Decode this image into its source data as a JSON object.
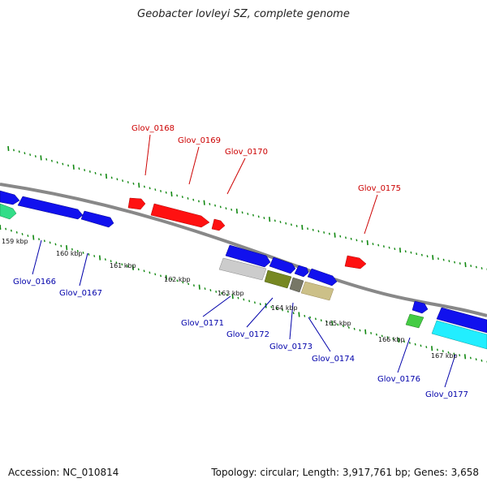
{
  "title": "Geobacter lovleyi SZ, complete genome",
  "footer": {
    "accession": "Accession: NC_010814",
    "summary": "Topology: circular; Length: 3,917,761 bp; Genes: 3,658"
  },
  "colors": {
    "upper_strand_genes": "#ff0000",
    "lower_strand_genes": "#0000ff",
    "upper_labels": "#cc0000",
    "lower_labels": "#0000aa",
    "tick_green": "#118811",
    "backbone": "#888888"
  },
  "scale_labels": [
    "159 kbp",
    "160 kbp",
    "161 kbp",
    "162 kbp",
    "163 kbp",
    "164 kbp",
    "165 kbp",
    "166 kbp",
    "167 kbp"
  ],
  "upper_gene_labels": [
    "Glov_0168",
    "Glov_0169",
    "Glov_0170",
    "Glov_0175"
  ],
  "lower_gene_labels": [
    "Glov_0166",
    "Glov_0167",
    "Glov_0171",
    "Glov_0172",
    "Glov_0173",
    "Glov_0174",
    "Glov_0176",
    "Glov_0177"
  ]
}
